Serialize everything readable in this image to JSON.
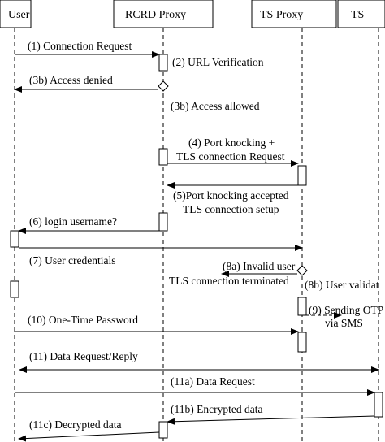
{
  "participants": [
    {
      "id": "user",
      "label": "User"
    },
    {
      "id": "rcrd",
      "label": "RCRD Proxy"
    },
    {
      "id": "tsproxy",
      "label": "TS Proxy"
    },
    {
      "id": "ts",
      "label": "TS"
    }
  ],
  "messages": [
    {
      "id": "m1",
      "text": "(1) Connection Request",
      "from": "user",
      "to": "rcrd",
      "style": "solid"
    },
    {
      "id": "m2",
      "text": "(2) URL Verification",
      "kind": "note"
    },
    {
      "id": "m3",
      "text": "(3b) Access denied",
      "from": "rcrd",
      "to": "user",
      "style": "solid"
    },
    {
      "id": "m4",
      "text": "(3b) Access allowed",
      "kind": "note"
    },
    {
      "id": "m5",
      "lines": [
        "(4) Port knocking +",
        "TLS connection Request"
      ],
      "from": "rcrd",
      "to": "tsproxy",
      "style": "solid"
    },
    {
      "id": "m6",
      "lines": [
        "(5)Port knocking accepted",
        "TLS connection setup"
      ],
      "from": "tsproxy",
      "to": "rcrd",
      "style": "solid"
    },
    {
      "id": "m7",
      "text": "(6) login username?",
      "from": "rcrd",
      "to": "user",
      "style": "solid"
    },
    {
      "id": "m8",
      "text": "(7) User credentials",
      "from": "user",
      "to": "tsproxy",
      "style": "solid"
    },
    {
      "id": "m9",
      "lines": [
        "(8a) Invalid user",
        "TLS connection terminated"
      ],
      "from": "tsproxy",
      "to": "rcrd",
      "style": "solid"
    },
    {
      "id": "m10",
      "text": "(8b) User validat",
      "kind": "note"
    },
    {
      "id": "m11",
      "lines": [
        "(9) Sending OTP",
        "via SMS"
      ],
      "from": "tsproxy",
      "to": "tsproxy",
      "style": "dashed"
    },
    {
      "id": "m12",
      "text": "(10) One-Time Password",
      "from": "user",
      "to": "tsproxy",
      "style": "solid"
    },
    {
      "id": "m13",
      "text": "(11) Data Request/Reply",
      "from": "user",
      "to": "ts",
      "style": "double"
    },
    {
      "id": "m14",
      "text": "(11a) Data Request",
      "from": "user",
      "to": "ts",
      "style": "solid"
    },
    {
      "id": "m15",
      "text": "(11b) Encrypted data",
      "from": "ts",
      "to": "rcrd",
      "style": "solid"
    },
    {
      "id": "m16",
      "text": "(11c) Decrypted data",
      "from": "rcrd",
      "to": "user",
      "style": "solid"
    }
  ]
}
